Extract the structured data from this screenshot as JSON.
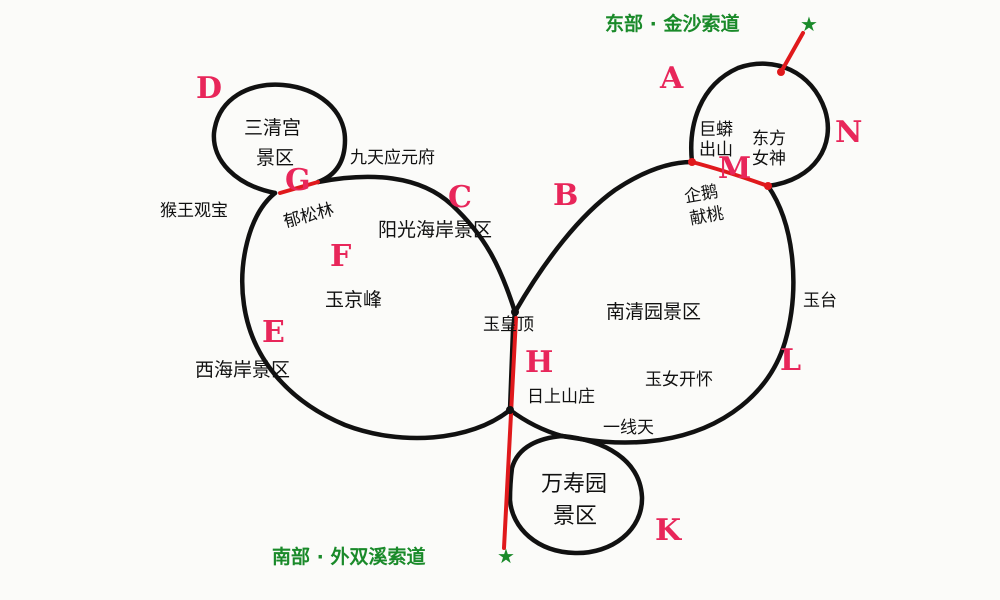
{
  "entrances": {
    "east": "东部 · 金沙索道",
    "south": "南部 · 外双溪索道",
    "star": "★"
  },
  "letters": {
    "A": "A",
    "B": "B",
    "C": "C",
    "D": "D",
    "E": "E",
    "F": "F",
    "G": "G",
    "H": "H",
    "K": "K",
    "L": "L",
    "M": "M",
    "N": "N"
  },
  "areas": {
    "sanqing_1": "三清宫",
    "sanqing_2": "景区",
    "wanshou_1": "万寿园",
    "wanshou_2": "景区",
    "nanqing": "南清园景区",
    "xihai": "西海岸景区",
    "yangguang": "阳光海岸景区"
  },
  "places": {
    "jiutian": "九天应元府",
    "houwang": "猴王观宝",
    "yusonglin": "郁松林",
    "yujing": "玉京峰",
    "yuhuang": "玉皇顶",
    "rishang": "日上山庄",
    "yixian": "一线天",
    "yunu": "玉女开怀",
    "yutai": "玉台",
    "jumang_1": "巨蟒",
    "jumang_2": "出山",
    "dongfang_1": "东方",
    "dongfang_2": "女神",
    "qie_1": "企鹅",
    "qie_2": "献桃"
  },
  "colors": {
    "trail": "#111111",
    "cableway": "#e0191c",
    "section_letter": "#e8265a",
    "entrance": "#1a8a2a"
  }
}
